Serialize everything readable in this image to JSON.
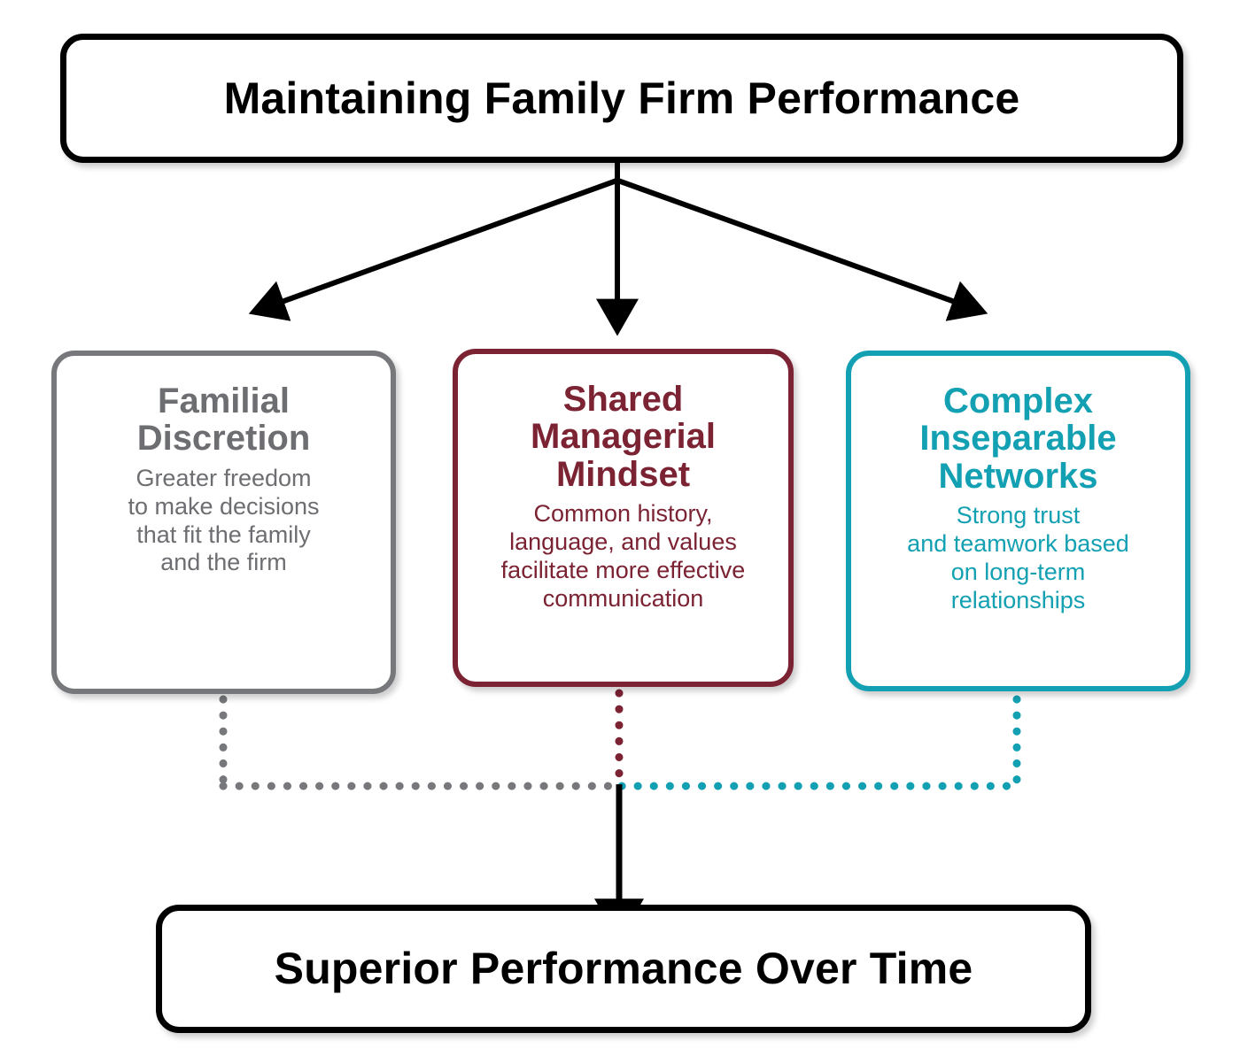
{
  "diagram": {
    "top": {
      "title": "Maintaining Family Firm Performance"
    },
    "pillars": [
      {
        "heading": "Familial\nDiscretion",
        "body": "Greater freedom\nto make decisions\nthat fit the family\nand the firm",
        "color": "#6d6e71"
      },
      {
        "heading": "Shared\nManagerial\nMindset",
        "body": "Common history,\nlanguage, and values\nfacilitate more effective\ncommunication",
        "color": "#7b2233"
      },
      {
        "heading": "Complex\nInseparable\nNetworks",
        "body": "Strong trust\nand teamwork based\non long-term\nrelationships",
        "color": "#13a0b2"
      }
    ],
    "bottom": {
      "title": "Superior Performance Over Time"
    },
    "colors": {
      "arrow": "#000000",
      "gray": "#77787b",
      "maroon": "#7b2233",
      "teal": "#13a0b2",
      "box_border": "#000000",
      "background": "#ffffff"
    }
  }
}
